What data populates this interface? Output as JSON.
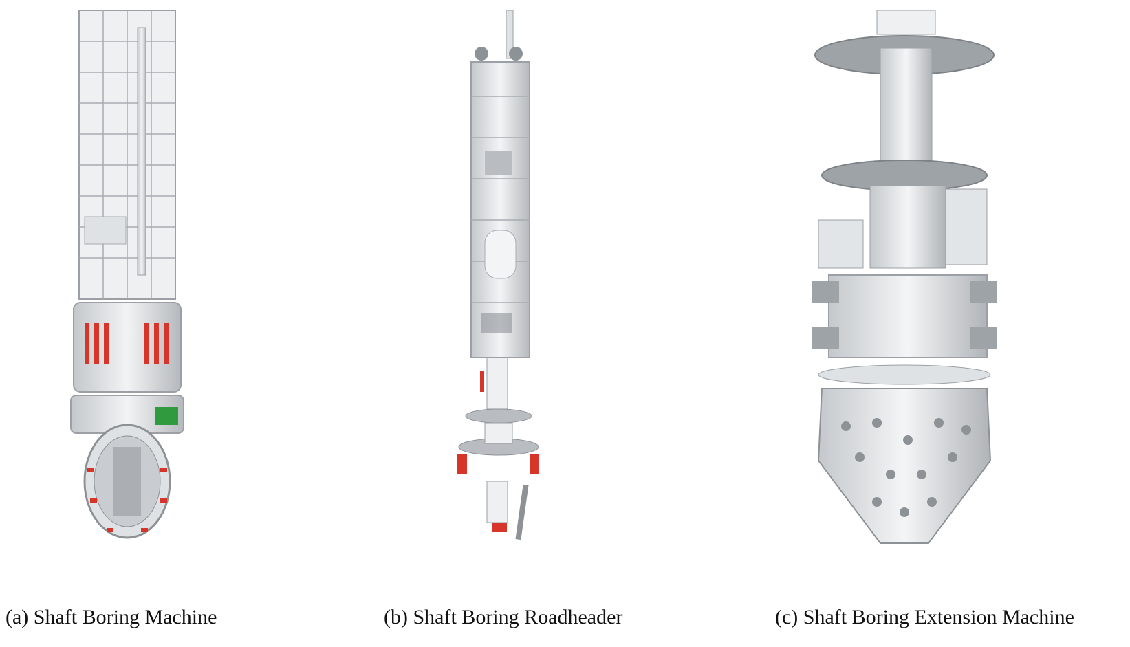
{
  "figure": {
    "panels": [
      {
        "id": "a",
        "caption": "(a) Shaft Boring Machine"
      },
      {
        "id": "b",
        "caption": "(b) Shaft Boring Roadheader"
      },
      {
        "id": "c",
        "caption": "(c) Shaft Boring Extension Machine"
      }
    ]
  },
  "colors": {
    "machine_body": "#e6e8ea",
    "machine_shadow": "#b9bdc1",
    "machine_dark": "#8d9297",
    "accent_red": "#d8352a",
    "badge_green": "#2f9a3e"
  },
  "icons": [
    "shaft-boring-machine-illustration",
    "shaft-boring-roadheader-illustration",
    "shaft-boring-extension-machine-illustration"
  ]
}
